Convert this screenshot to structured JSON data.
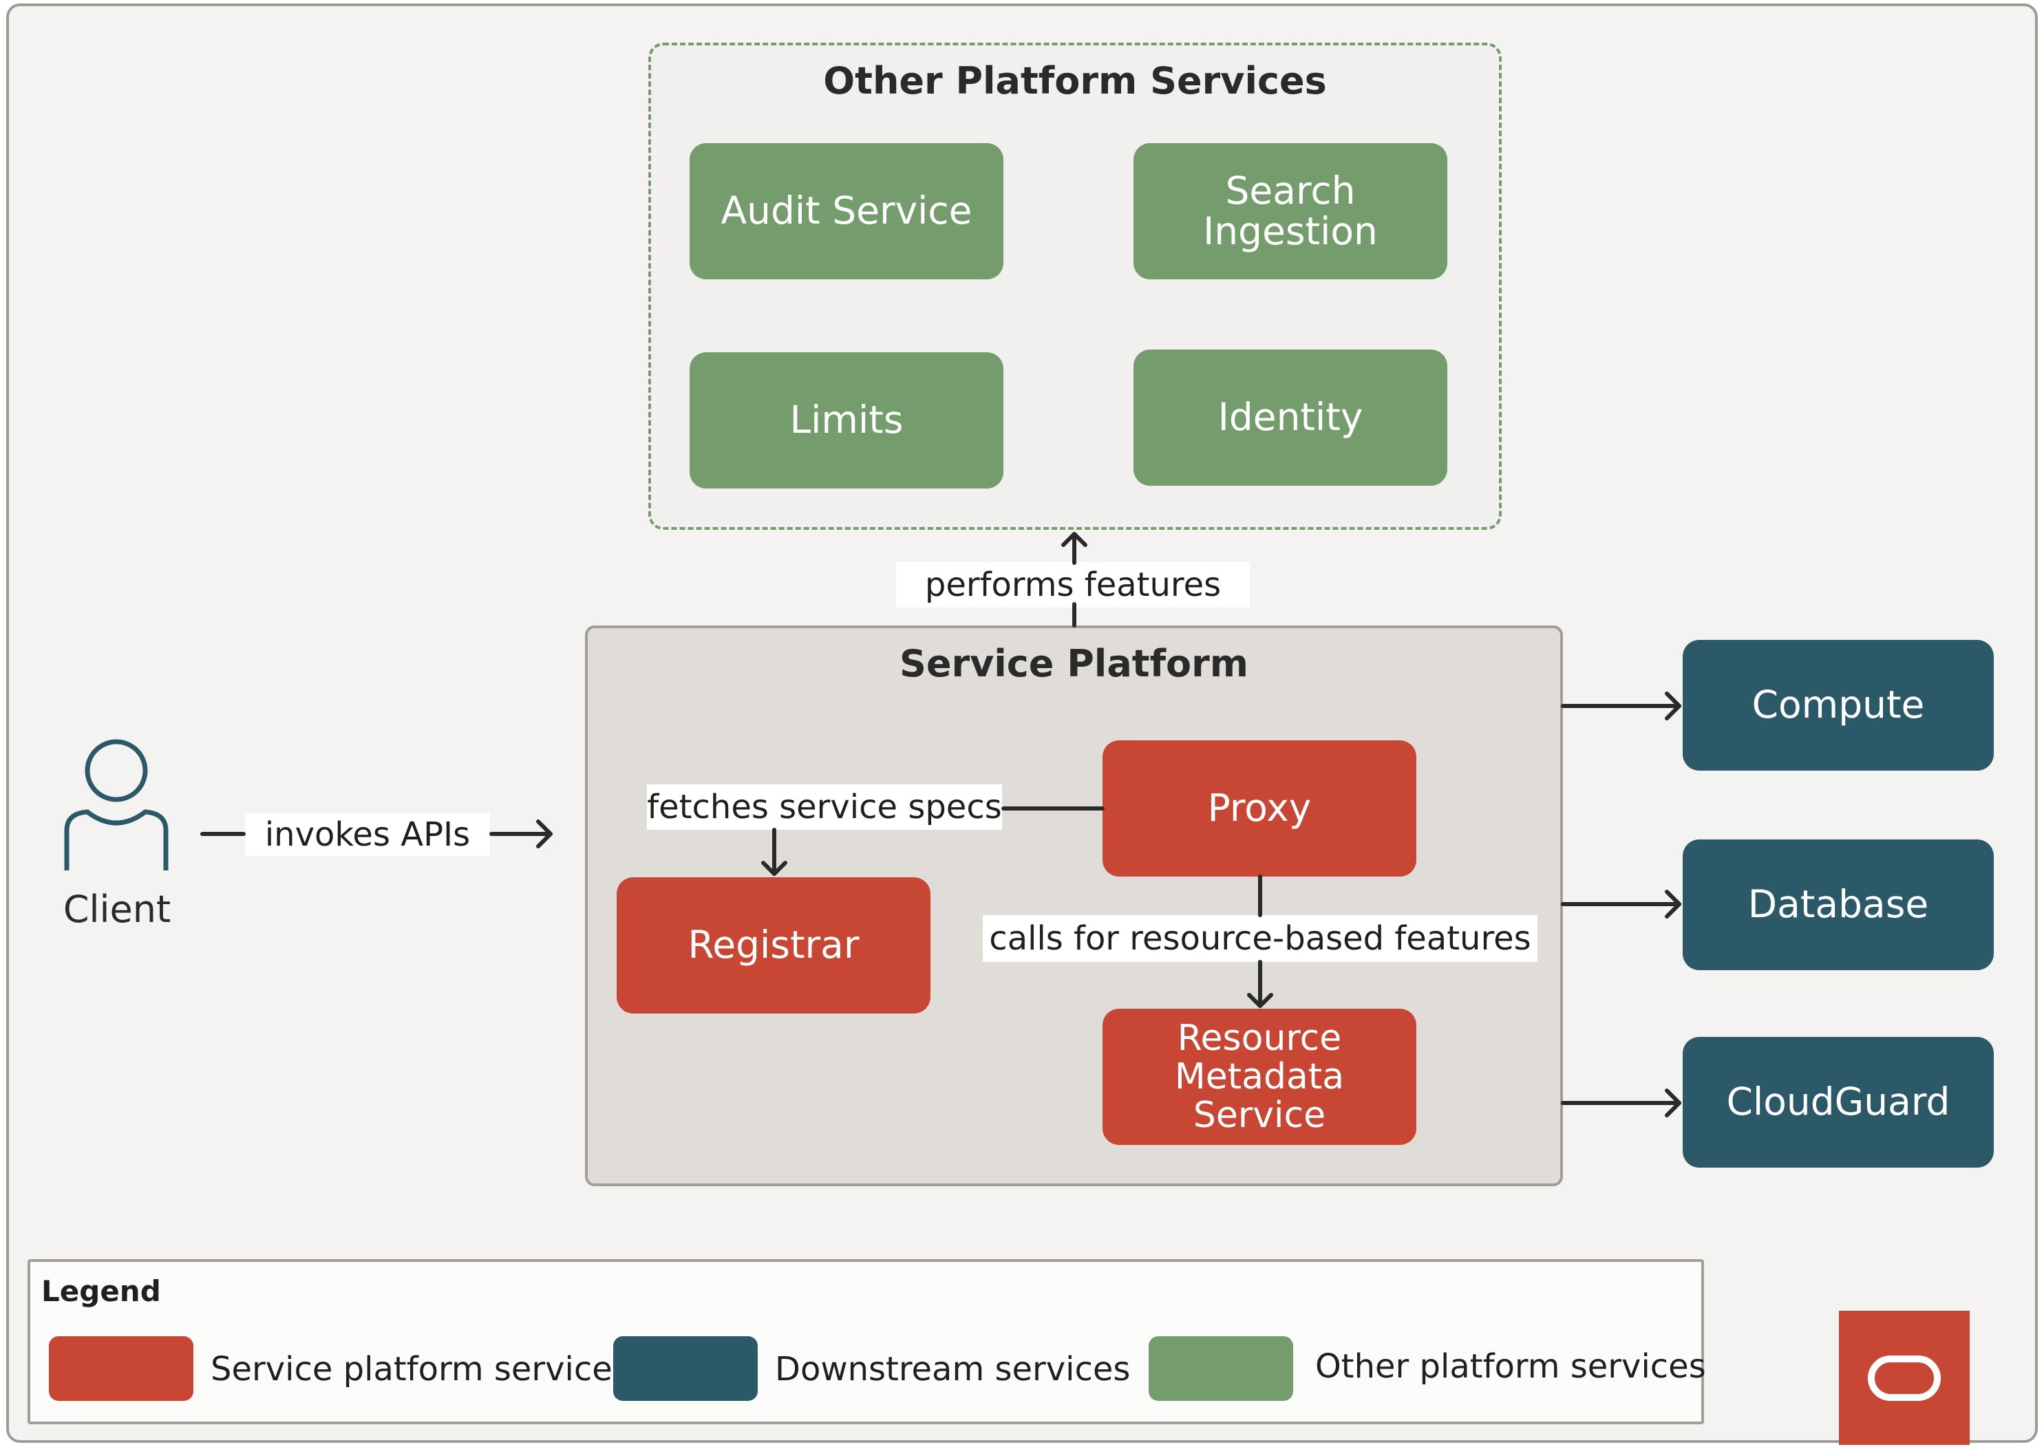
{
  "other_platform": {
    "title": "Other Platform Services",
    "services": [
      "Audit Service",
      "Search\nIngestion",
      "Limits",
      "Identity"
    ]
  },
  "service_platform": {
    "title": "Service Platform",
    "proxy": "Proxy",
    "registrar": "Registrar",
    "rms": "Resource\nMetadata\nService"
  },
  "downstream": [
    "Compute",
    "Database",
    "CloudGuard"
  ],
  "client": {
    "label": "Client"
  },
  "edges": {
    "invokes": "invokes APIs",
    "performs": "performs features",
    "fetches": "fetches service specs",
    "calls": "calls for resource-based features"
  },
  "legend": {
    "title": "Legend",
    "items": [
      {
        "label": "Service platform services",
        "color": "#c74634"
      },
      {
        "label": "Downstream services",
        "color": "#2c5967"
      },
      {
        "label": "Other platform services",
        "color": "#759c6c"
      }
    ]
  },
  "colors": {
    "red": "#c74634",
    "teal": "#2c5967",
    "green": "#759c6c",
    "background": "#f4f3f2",
    "platform_bg": "#e0ddd9"
  },
  "icons": {
    "client": "person-icon",
    "logo": "oracle-logo"
  }
}
